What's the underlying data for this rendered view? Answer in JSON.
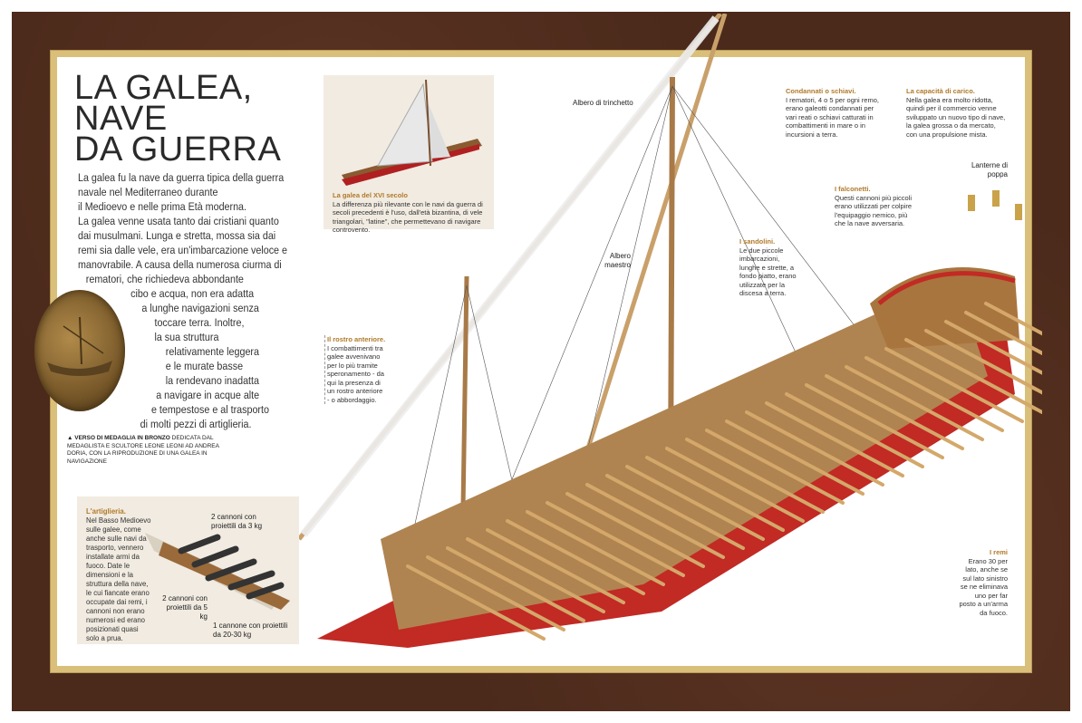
{
  "title": [
    "LA GALEA,",
    "NAVE",
    "DA GUERRA"
  ],
  "intro_lines": [
    "La galea fu la nave da guerra tipica della guerra",
    "navale nel Mediterraneo durante",
    "il Medioevo e nelle prima Età moderna.",
    "La galea venne usata tanto dai cristiani quanto",
    "dai musulmani. Lunga e stretta, mossa sia dai",
    "remi sia dalle vele, era un'imbarcazione veloce e",
    "manovrabile. A causa della numerosa ciurma di",
    "rematori, che richiedeva abbondante",
    "cibo e acqua, non era adatta",
    "a lunghe navigazioni senza",
    "toccare terra. Inoltre,",
    "la sua struttura",
    "relativamente leggera",
    "e le murate basse",
    "la rendevano inadatta",
    "a navigare in acque alte",
    "e tempestose e al trasporto",
    "di molti pezzi di artiglieria."
  ],
  "medal_caption": {
    "bold": "VERSO DI MEDAGLIA IN BRONZO",
    "text": " DEDICATA DAL MEDAGLISTA E SCULTORE LEONE LEONI AD ANDREA DORIA, CON LA RIPRODUZIONE DI UNA GALEA IN NAVIGAZIONE"
  },
  "inset_galea": {
    "heading": "La galea del XVI secolo",
    "text": "La differenza più rilevante con le navi da guerra di secoli precedenti è l'uso, dall'età bizantina, di vele triangolari, \"latine\", che permettevano di navigare controvento."
  },
  "artiglieria": {
    "heading": "L'artiglieria.",
    "text": "Nel Basso Medioevo sulle galee, come anche sulle navi da trasporto, vennero installate armi da fuoco. Date le dimensioni e la struttura della nave, le cui fiancate erano occupate dai remi, i cannoni non erano numerosi ed erano posizionati quasi solo a prua.",
    "labels": [
      "2 cannoni con proiettili da 3 kg",
      "2 cannoni con proiettili da 5 kg",
      "1 cannone con proiettili da 20-30 kg"
    ]
  },
  "rostro": {
    "heading": "Il rostro anteriore.",
    "text": "I combattimenti tra galee avvenivano per lo più tramite speronamento - da qui la presenza di un rostro anteriore - o abbordaggio."
  },
  "condannati": {
    "heading": "Condannati o schiavi.",
    "text": "I rematori, 4 o 5 per ogni remo, erano galeotti condannati per vari reati o schiavi catturati in combattimenti in mare o in incursioni a terra."
  },
  "capacita": {
    "heading": "La capacità di carico.",
    "text": "Nella galea era molto ridotta, quindi per il commercio venne sviluppato un nuovo tipo di nave, la galea grossa o da mercato, con una propulsione mista."
  },
  "falconetti": {
    "heading": "I falconetti.",
    "text": "Questi cannoni più piccoli erano utilizzati per colpire l'equipaggio nemico, più che la nave avversaria."
  },
  "sandolini": {
    "heading": "I sandolini.",
    "text": "Le due piccole imbarcazioni, lunghe e strette, a fondo piatto, erano utilizzate per la discesa a terra."
  },
  "remi": {
    "heading": "I remi",
    "text": "Erano 30 per lato, anche se sul lato sinistro se ne eliminava uno per far posto a un'arma da fuoco."
  },
  "labels": {
    "trinchetto": "Albero di trinchetto",
    "maestro": "Albero maestro",
    "lanterne": "Lanterne di poppa"
  }
}
